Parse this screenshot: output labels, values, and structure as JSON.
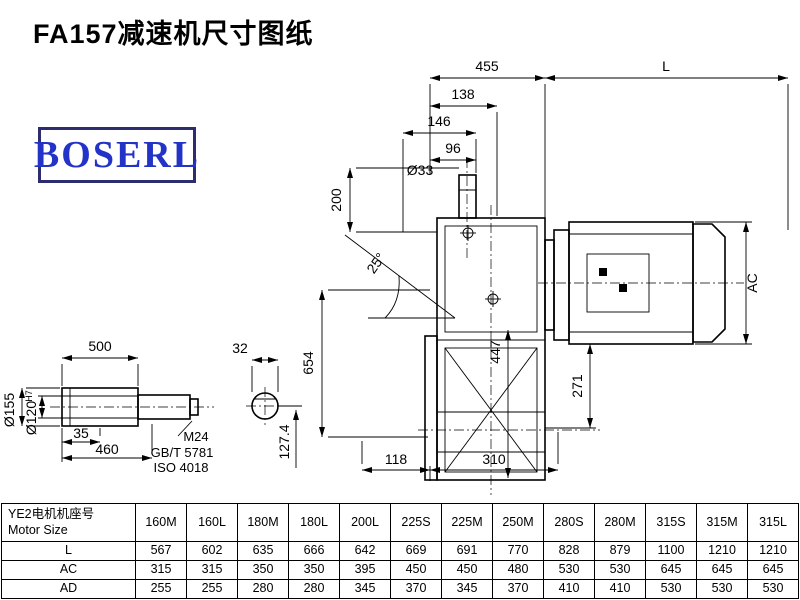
{
  "title": "FA157减速机尺寸图纸",
  "logo": "BOSERL",
  "drawing": {
    "dims": {
      "d455": "455",
      "dL": "L",
      "d138": "138",
      "d146": "146",
      "d96": "96",
      "d33": "Ø33",
      "d200": "200",
      "d25": "25°",
      "d654": "654",
      "d447": "447",
      "dAC": "AC",
      "d271": "271",
      "d118": "118",
      "d310": "310",
      "d500": "500",
      "d32": "32",
      "d35": "35",
      "d460": "460",
      "d155": "Ø155",
      "d120": "Ø120",
      "dH7": "H7",
      "m24": "M24",
      "gbt": "GB/T 5781",
      "iso": "ISO 4018",
      "d1274": "127.4"
    }
  },
  "table": {
    "header_cn": "YE2电机机座号",
    "header_en": "Motor Size",
    "columns": [
      "160M",
      "160L",
      "180M",
      "180L",
      "200L",
      "225S",
      "225M",
      "250M",
      "280S",
      "280M",
      "315S",
      "315M",
      "315L"
    ],
    "rows": [
      {
        "label": "L",
        "values": [
          "567",
          "602",
          "635",
          "666",
          "642",
          "669",
          "691",
          "770",
          "828",
          "879",
          "1100",
          "1210",
          "1210"
        ]
      },
      {
        "label": "AC",
        "values": [
          "315",
          "315",
          "350",
          "350",
          "395",
          "450",
          "450",
          "480",
          "530",
          "530",
          "645",
          "645",
          "645"
        ]
      },
      {
        "label": "AD",
        "values": [
          "255",
          "255",
          "280",
          "280",
          "345",
          "370",
          "345",
          "370",
          "410",
          "410",
          "530",
          "530",
          "530"
        ]
      }
    ]
  }
}
